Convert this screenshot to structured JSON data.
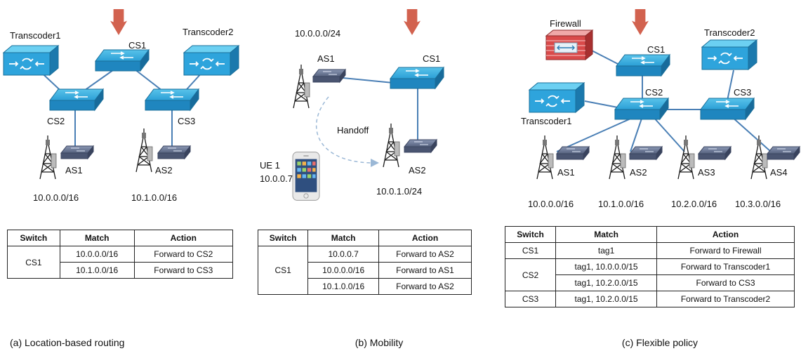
{
  "panel_a": {
    "labels": {
      "transcoder1": "Transcoder1",
      "transcoder2": "Transcoder2",
      "cs1": "CS1",
      "cs2": "CS2",
      "cs3": "CS3",
      "as1": "AS1",
      "as2": "AS2",
      "subnet1": "10.0.0.0/16",
      "subnet2": "10.1.0.0/16"
    },
    "table": {
      "headers": [
        "Switch",
        "Match",
        "Action"
      ],
      "switch": "CS1",
      "rows": [
        {
          "match": "10.0.0.0/16",
          "action": "Forward to CS2"
        },
        {
          "match": "10.1.0.0/16",
          "action": "Forward to CS3"
        }
      ]
    },
    "caption": "(a) Location-based routing"
  },
  "panel_b": {
    "labels": {
      "subnet1": "10.0.0.0/24",
      "as1": "AS1",
      "cs1": "CS1",
      "handoff": "Handoff",
      "ue": "UE 1",
      "ue_ip": "10.0.0.7",
      "as2": "AS2",
      "subnet2": "10.0.1.0/24"
    },
    "table": {
      "headers": [
        "Switch",
        "Match",
        "Action"
      ],
      "switch": "CS1",
      "rows": [
        {
          "match": "10.0.0.7",
          "action": "Forward to AS2"
        },
        {
          "match": "10.0.0.0/16",
          "action": "Forward to AS1"
        },
        {
          "match": "10.1.0.0/16",
          "action": "Forward to AS2"
        }
      ]
    },
    "caption": "(b) Mobility"
  },
  "panel_c": {
    "labels": {
      "firewall": "Firewall",
      "cs1": "CS1",
      "transcoder2": "Transcoder2",
      "cs2": "CS2",
      "cs3": "CS3",
      "transcoder1": "Transcoder1",
      "as1": "AS1",
      "as2": "AS2",
      "as3": "AS3",
      "as4": "AS4",
      "subnet1": "10.0.0.0/16",
      "subnet2": "10.1.0.0/16",
      "subnet3": "10.2.0.0/16",
      "subnet4": "10.3.0.0/16"
    },
    "table": {
      "headers": [
        "Switch",
        "Match",
        "Action"
      ],
      "cs1": {
        "switch": "CS1",
        "match": "tag1",
        "action": "Forward to Firewall"
      },
      "cs2": {
        "switch": "CS2",
        "rows": [
          {
            "match": "tag1, 10.0.0.0/15",
            "action": "Forward to Transcoder1"
          },
          {
            "match": "tag1, 10.2.0.0/15",
            "action": "Forward to CS3"
          }
        ]
      },
      "cs3": {
        "switch": "CS3",
        "match": "tag1, 10.2.0.0/15",
        "action": "Forward to Transcoder2"
      }
    },
    "caption": "(c) Flexible policy"
  }
}
